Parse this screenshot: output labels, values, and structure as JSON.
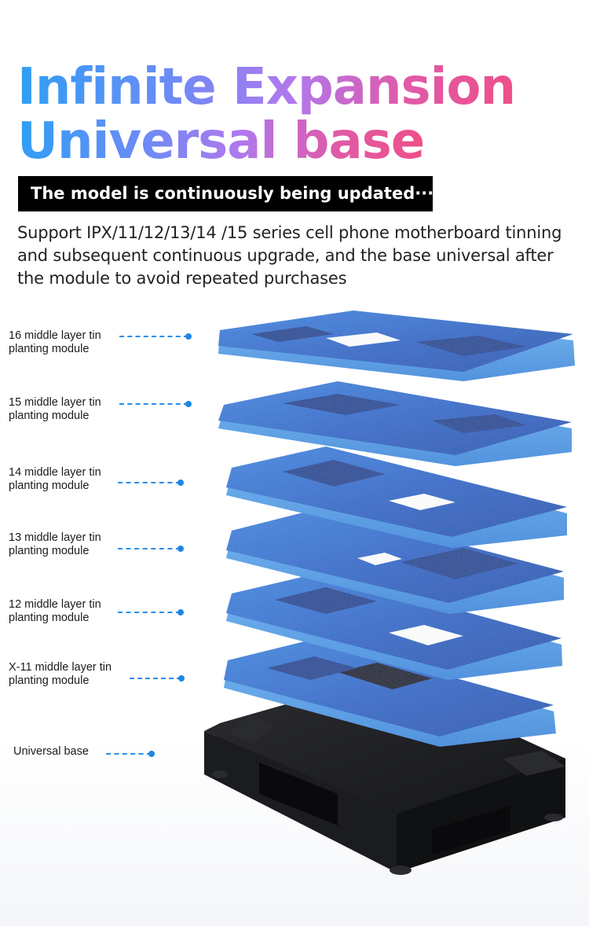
{
  "headline": {
    "line1": "Infinite Expansion",
    "line2": "Universal base"
  },
  "banner": "The model is continuously being updated···",
  "description": "Support IPX/11/12/13/14 /15 series cell phone motherboard tinning and subsequent continuous upgrade, and the base universal after the module to avoid repeated purchases",
  "modules": [
    {
      "line1": "16 middle layer tin",
      "line2": "planting module"
    },
    {
      "line1": "15 middle layer tin",
      "line2": "planting module"
    },
    {
      "line1": "14 middle layer tin",
      "line2": "planting module"
    },
    {
      "line1": "13 middle layer tin",
      "line2": "planting module"
    },
    {
      "line1": "12 middle layer tin",
      "line2": "planting module"
    },
    {
      "line1": "X-11 middle layer tin",
      "line2": "planting module"
    }
  ],
  "base": {
    "label": "Universal base"
  },
  "colors": {
    "gradient_start": "#2f9ff5",
    "gradient_mid": "#b078ee",
    "gradient_end": "#ef4f88",
    "module_blue": "#2f72cf",
    "base_black": "#1c1d20",
    "leader_blue": "#1f86e4"
  }
}
